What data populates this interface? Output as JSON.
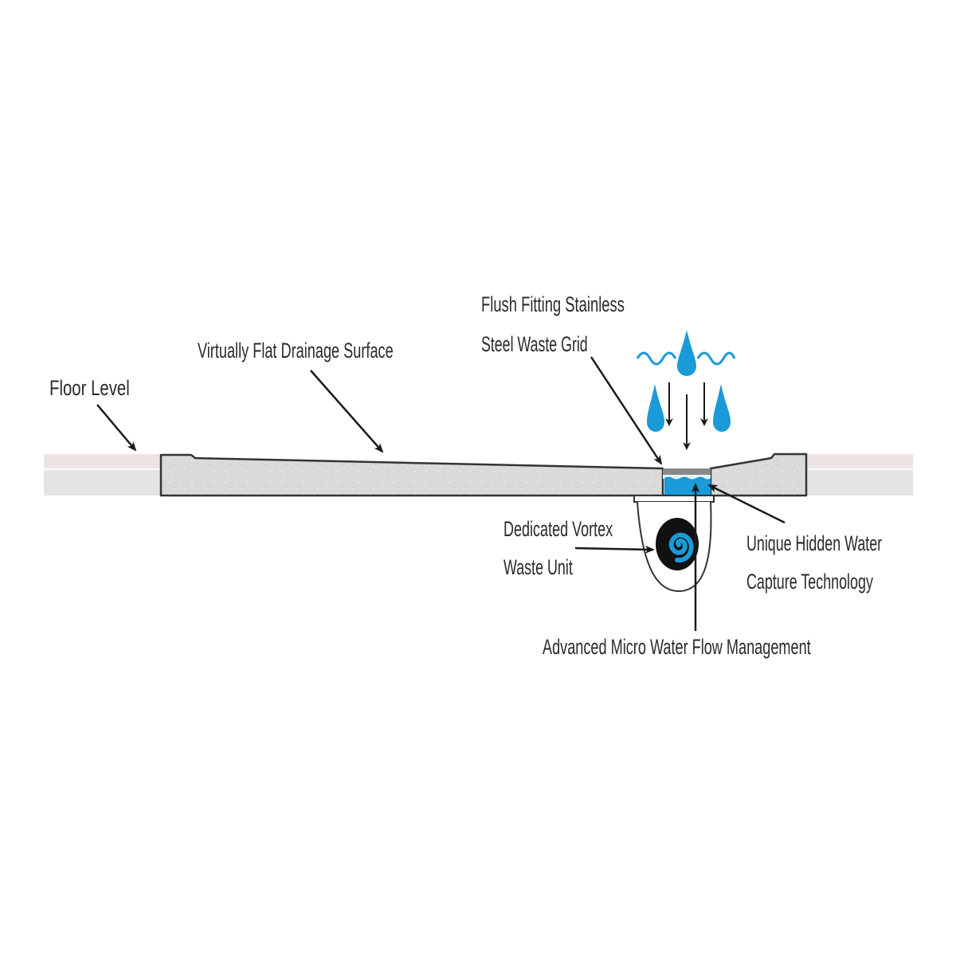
{
  "diagram": {
    "labels": {
      "floor_level": "Floor Level",
      "flat_surface": "Virtually Flat Drainage Surface",
      "grid_line1": "Flush Fitting Stainless",
      "grid_line2": "Steel Waste Grid",
      "vortex_line1": "Dedicated Vortex",
      "vortex_line2": "Waste Unit",
      "capture_line1": "Unique Hidden Water",
      "capture_line2": "Capture Technology",
      "micro_flow": "Advanced Micro Water Flow Management"
    },
    "colors": {
      "water": "#1a9ad8",
      "slab": "#dcdcdc",
      "floor": "#e6e4e2",
      "outline": "#333333"
    }
  }
}
